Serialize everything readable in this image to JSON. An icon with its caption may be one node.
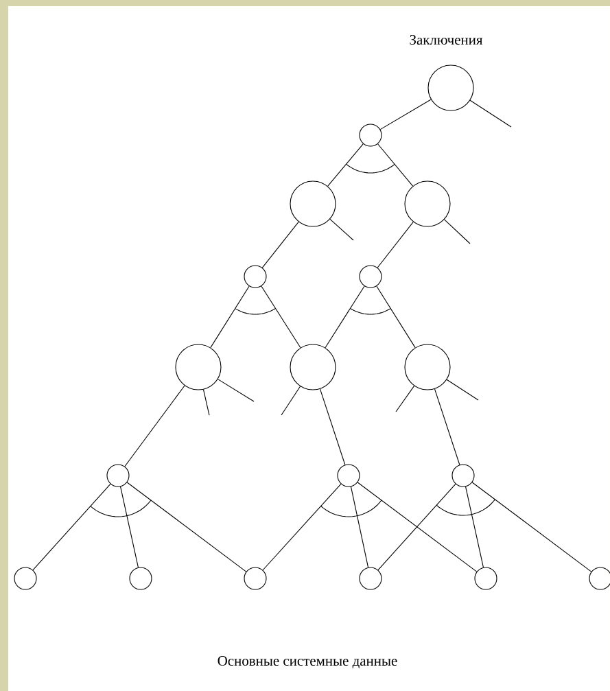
{
  "diagram": {
    "nodes": [
      {
        "text": [],
        "shape": "circle"
      },
      {
        "text": [],
        "shape": "circle"
      },
      {
        "text": [],
        "shape": "circle"
      },
      {
        "text": [],
        "shape": "circle"
      },
      {
        "text": [],
        "shape": "circle"
      },
      {
        "text": [],
        "shape": "circle"
      },
      {
        "text": [],
        "shape": "circle"
      },
      {
        "text": [],
        "shape": "circle"
      },
      {
        "text": [],
        "shape": "circle"
      },
      {
        "text": [],
        "shape": "circle"
      },
      {
        "text": [],
        "shape": "circle"
      },
      {
        "text": [],
        "shape": "circle"
      },
      {
        "text": [],
        "shape": "circle"
      },
      {
        "text": [],
        "shape": "circle"
      },
      {
        "text": [],
        "shape": "circle"
      },
      {
        "text": [],
        "shape": "circle"
      },
      {
        "text": [],
        "shape": "circle"
      },
      {
        "text": [],
        "shape": "circle"
      }
    ],
    "edges": [
      {
        "from": 0,
        "to": null,
        "arrow": "none"
      },
      {
        "from": 0,
        "to": 1,
        "arrow": "none"
      },
      {
        "from": 1,
        "to": 2,
        "arrow": "none"
      },
      {
        "from": 1,
        "to": 3,
        "arrow": "none"
      },
      {
        "from": 2,
        "to": null,
        "arrow": "none"
      },
      {
        "from": 3,
        "to": null,
        "arrow": "none"
      },
      {
        "from": 2,
        "to": 4,
        "arrow": "none"
      },
      {
        "from": 3,
        "to": 5,
        "arrow": "none"
      },
      {
        "from": 4,
        "to": 6,
        "arrow": "none"
      },
      {
        "from": 4,
        "to": 7,
        "arrow": "none"
      },
      {
        "from": 5,
        "to": 7,
        "arrow": "none"
      },
      {
        "from": 5,
        "to": 8,
        "arrow": "none"
      },
      {
        "from": 6,
        "to": null,
        "arrow": "none"
      },
      {
        "from": 6,
        "to": null,
        "arrow": "none"
      },
      {
        "from": 7,
        "to": null,
        "arrow": "none"
      },
      {
        "from": 8,
        "to": null,
        "arrow": "none"
      },
      {
        "from": 8,
        "to": null,
        "arrow": "none"
      },
      {
        "from": 6,
        "to": 9,
        "arrow": "none"
      },
      {
        "from": 7,
        "to": 10,
        "arrow": "none"
      },
      {
        "from": 8,
        "to": 11,
        "arrow": "none"
      },
      {
        "from": 9,
        "to": 12,
        "arrow": "none"
      },
      {
        "from": 9,
        "to": 13,
        "arrow": "none"
      },
      {
        "from": 9,
        "to": 14,
        "arrow": "none"
      },
      {
        "from": 10,
        "to": 14,
        "arrow": "none"
      },
      {
        "from": 10,
        "to": 15,
        "arrow": "none"
      },
      {
        "from": 10,
        "to": 16,
        "arrow": "none"
      },
      {
        "from": 11,
        "to": 15,
        "arrow": "none"
      },
      {
        "from": 11,
        "to": 16,
        "arrow": "none"
      },
      {
        "from": 11,
        "to": 17,
        "arrow": "none"
      }
    ],
    "labels": [
      "Заключения",
      "Основные системные данные"
    ]
  }
}
